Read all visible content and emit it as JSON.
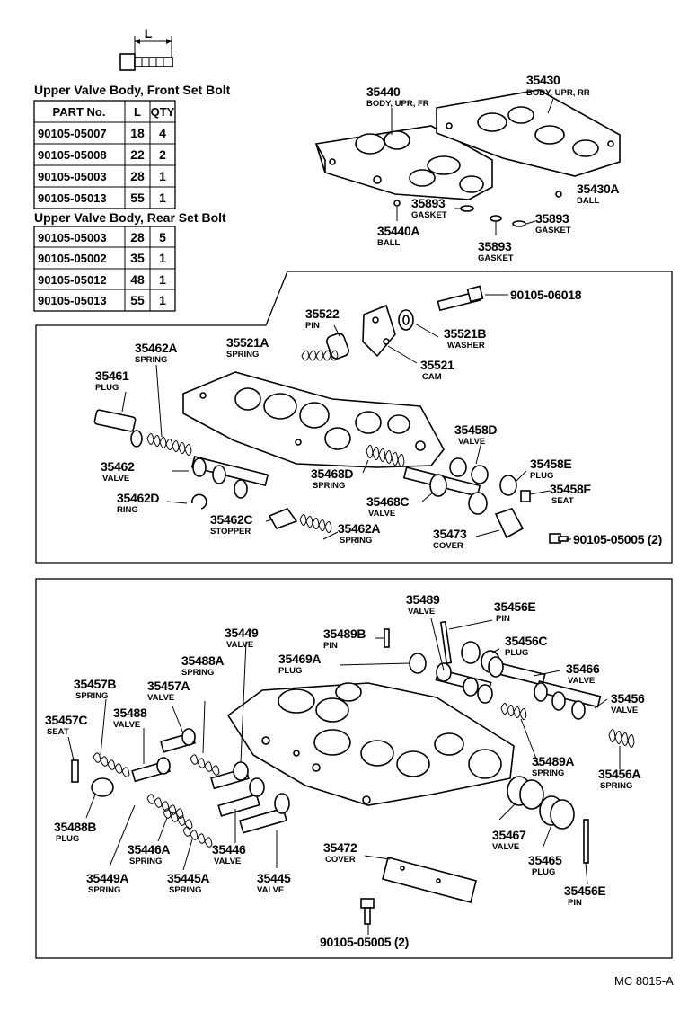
{
  "bolt_dim_label": "L",
  "front_table": {
    "title": "Upper Valve Body, Front Set Bolt",
    "headers": [
      "PART No.",
      "L",
      "QTY"
    ],
    "rows": [
      [
        "90105-05007",
        "18",
        "4"
      ],
      [
        "90105-05008",
        "22",
        "2"
      ],
      [
        "90105-05003",
        "28",
        "1"
      ],
      [
        "90105-05013",
        "55",
        "1"
      ]
    ]
  },
  "rear_table": {
    "title": "Upper Valve Body, Rear Set Bolt",
    "rows": [
      [
        "90105-05003",
        "28",
        "5"
      ],
      [
        "90105-05002",
        "35",
        "1"
      ],
      [
        "90105-05012",
        "48",
        "1"
      ],
      [
        "90105-05013",
        "55",
        "1"
      ]
    ]
  },
  "parts_top": [
    {
      "no": "35440",
      "desc": "BODY, UPR, FR"
    },
    {
      "no": "35430",
      "desc": "BODY, UPR, RR"
    },
    {
      "no": "35430A",
      "desc": "BALL"
    },
    {
      "no": "35893",
      "desc": "GASKET"
    },
    {
      "no": "35440A",
      "desc": "BALL"
    },
    {
      "no": "35893",
      "desc": "GASKET"
    },
    {
      "no": "35893",
      "desc": "GASKET"
    }
  ],
  "parts_mid": [
    {
      "no": "90105-06018",
      "desc": ""
    },
    {
      "no": "35522",
      "desc": "PIN"
    },
    {
      "no": "35521B",
      "desc": "WASHER"
    },
    {
      "no": "35521A",
      "desc": "SPRING"
    },
    {
      "no": "35462A",
      "desc": "SPRING"
    },
    {
      "no": "35521",
      "desc": "CAM"
    },
    {
      "no": "35461",
      "desc": "PLUG"
    },
    {
      "no": "35458D",
      "desc": "VALVE"
    },
    {
      "no": "35462",
      "desc": "VALVE"
    },
    {
      "no": "35468D",
      "desc": "SPRING"
    },
    {
      "no": "35458E",
      "desc": "PLUG"
    },
    {
      "no": "35458F",
      "desc": "SEAT"
    },
    {
      "no": "35462D",
      "desc": "RING"
    },
    {
      "no": "35468C",
      "desc": "VALVE"
    },
    {
      "no": "35462C",
      "desc": "STOPPER"
    },
    {
      "no": "35462A",
      "desc": "SPRING"
    },
    {
      "no": "35473",
      "desc": "COVER"
    },
    {
      "no": "90105-05005 (2)",
      "desc": ""
    }
  ],
  "parts_bot": [
    {
      "no": "35489",
      "desc": "VALVE"
    },
    {
      "no": "35456E",
      "desc": "PIN"
    },
    {
      "no": "35449",
      "desc": "VALVE"
    },
    {
      "no": "35489B",
      "desc": "PIN"
    },
    {
      "no": "35456C",
      "desc": "PLUG"
    },
    {
      "no": "35488A",
      "desc": "SPRING"
    },
    {
      "no": "35469A",
      "desc": "PLUG"
    },
    {
      "no": "35466",
      "desc": "VALVE"
    },
    {
      "no": "35457B",
      "desc": "SPRING"
    },
    {
      "no": "35457A",
      "desc": "VALVE"
    },
    {
      "no": "35456",
      "desc": "VALVE"
    },
    {
      "no": "35488",
      "desc": "VALVE"
    },
    {
      "no": "35457C",
      "desc": "SEAT"
    },
    {
      "no": "35489A",
      "desc": "SPRING"
    },
    {
      "no": "35456A",
      "desc": "SPRING"
    },
    {
      "no": "35488B",
      "desc": "PLUG"
    },
    {
      "no": "35467",
      "desc": "VALVE"
    },
    {
      "no": "35446A",
      "desc": "SPRING"
    },
    {
      "no": "35446",
      "desc": "VALVE"
    },
    {
      "no": "35472",
      "desc": "COVER"
    },
    {
      "no": "35465",
      "desc": "PLUG"
    },
    {
      "no": "35449A",
      "desc": "SPRING"
    },
    {
      "no": "35445A",
      "desc": "SPRING"
    },
    {
      "no": "35445",
      "desc": "VALVE"
    },
    {
      "no": "35456E",
      "desc": "PIN"
    },
    {
      "no": "90105-05005 (2)",
      "desc": ""
    }
  ],
  "figure_code": "MC 8015-A"
}
